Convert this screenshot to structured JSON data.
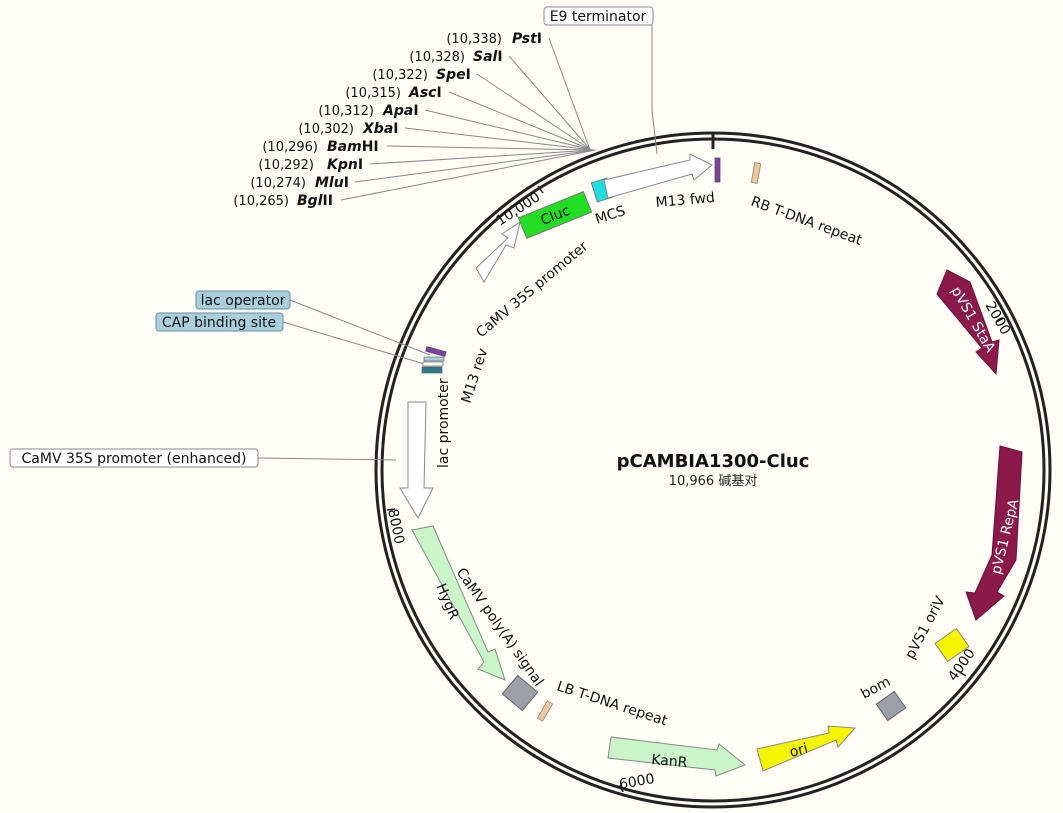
{
  "plasmid": {
    "name": "pCAMBIA1300-Cluc",
    "length_bp": 10966,
    "size_value": "10,966",
    "size_unit": "碱基对"
  },
  "ticks": [
    "2000",
    "4000",
    "6000",
    "8000",
    "10,000"
  ],
  "features": [
    {
      "name": "Cluc",
      "start": 10010,
      "end": 10255,
      "strand": 1,
      "color": "#22dd22",
      "label_inside": true
    },
    {
      "name": "MCS",
      "start": 10265,
      "end": 10345,
      "strand": 0,
      "color": "#22dddd"
    },
    {
      "name": "M13 fwd",
      "color": "#7b3fa0"
    },
    {
      "name": "RB T-DNA repeat",
      "color": "#e8c8a8"
    },
    {
      "name": "pVS1 StaA",
      "color": "#8b1a4a",
      "label_inside": true
    },
    {
      "name": "pVS1 RepA",
      "color": "#8b1a4a",
      "label_inside": true
    },
    {
      "name": "pVS1 oriV",
      "color": "#f5f500"
    },
    {
      "name": "bom",
      "color": "#9a9fa8"
    },
    {
      "name": "ori",
      "color": "#f5f500",
      "label_inside": true
    },
    {
      "name": "KanR",
      "color": "#c9f5c9",
      "label_inside": true
    },
    {
      "name": "LB T-DNA repeat",
      "color": "#e8c8a8"
    },
    {
      "name": "CaMV poly(A) signal",
      "color": "#9a9fa8"
    },
    {
      "name": "HygR",
      "color": "#c9f5c9",
      "label_inside": true
    },
    {
      "name": "lac promoter",
      "color": "#ffffff"
    },
    {
      "name": "M13 rev",
      "color": "#7b3fa0"
    },
    {
      "name": "CaMV 35S promoter",
      "color": "#ffffff"
    }
  ],
  "callouts": {
    "e9_terminator": "E9 terminator",
    "lac_operator": "lac operator",
    "cap_binding_site": "CAP binding site",
    "camv_35s_enhanced": "CaMV 35S promoter (enhanced)"
  },
  "enzymes": [
    {
      "pos": "(10,338)",
      "name_bold": "Pst",
      "suffix": "I"
    },
    {
      "pos": "(10,328)",
      "name_bold": "Sal",
      "suffix": "I"
    },
    {
      "pos": "(10,322)",
      "name_bold": "Spe",
      "suffix": "I"
    },
    {
      "pos": "(10,315)",
      "name_bold": "Asc",
      "suffix": "I"
    },
    {
      "pos": "(10,312)",
      "name_bold": "Apa",
      "suffix": "I"
    },
    {
      "pos": "(10,302)",
      "name_bold": "Xba",
      "suffix": "I"
    },
    {
      "pos": "(10,296)",
      "name_bold": "Bam",
      "suffix": "HI"
    },
    {
      "pos": "(10,292)",
      "name_bold": "Kpn",
      "suffix": "I"
    },
    {
      "pos": "(10,274)",
      "name_bold": "Mlu",
      "suffix": "I"
    },
    {
      "pos": "(10,265)",
      "name_bold": "Bgl",
      "suffix": "II"
    }
  ]
}
